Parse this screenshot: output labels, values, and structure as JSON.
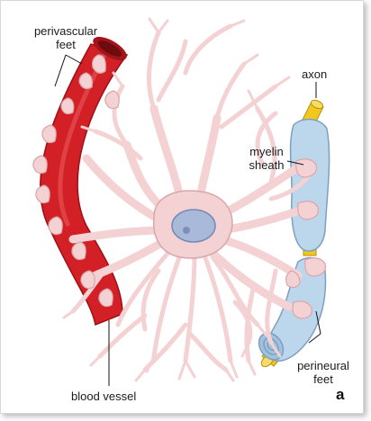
{
  "labels": {
    "perivascular_feet": [
      "perivascular",
      "feet"
    ],
    "axon": "axon",
    "myelin_sheath": [
      "myelin",
      "sheath"
    ],
    "perineural_feet": [
      "perineural",
      "feet"
    ],
    "blood_vessel": "blood vessel",
    "panel_letter": "a"
  },
  "colors": {
    "vessel_red": "#d31f26",
    "vessel_dark": "#9c1016",
    "astrocyte_pink": "#f4d1d3",
    "astrocyte_edge": "#d9a6ab",
    "nucleus": "#a9b9d9",
    "myelin_blue": "#bcd7ec",
    "axon_yellow": "#f2c81e"
  }
}
